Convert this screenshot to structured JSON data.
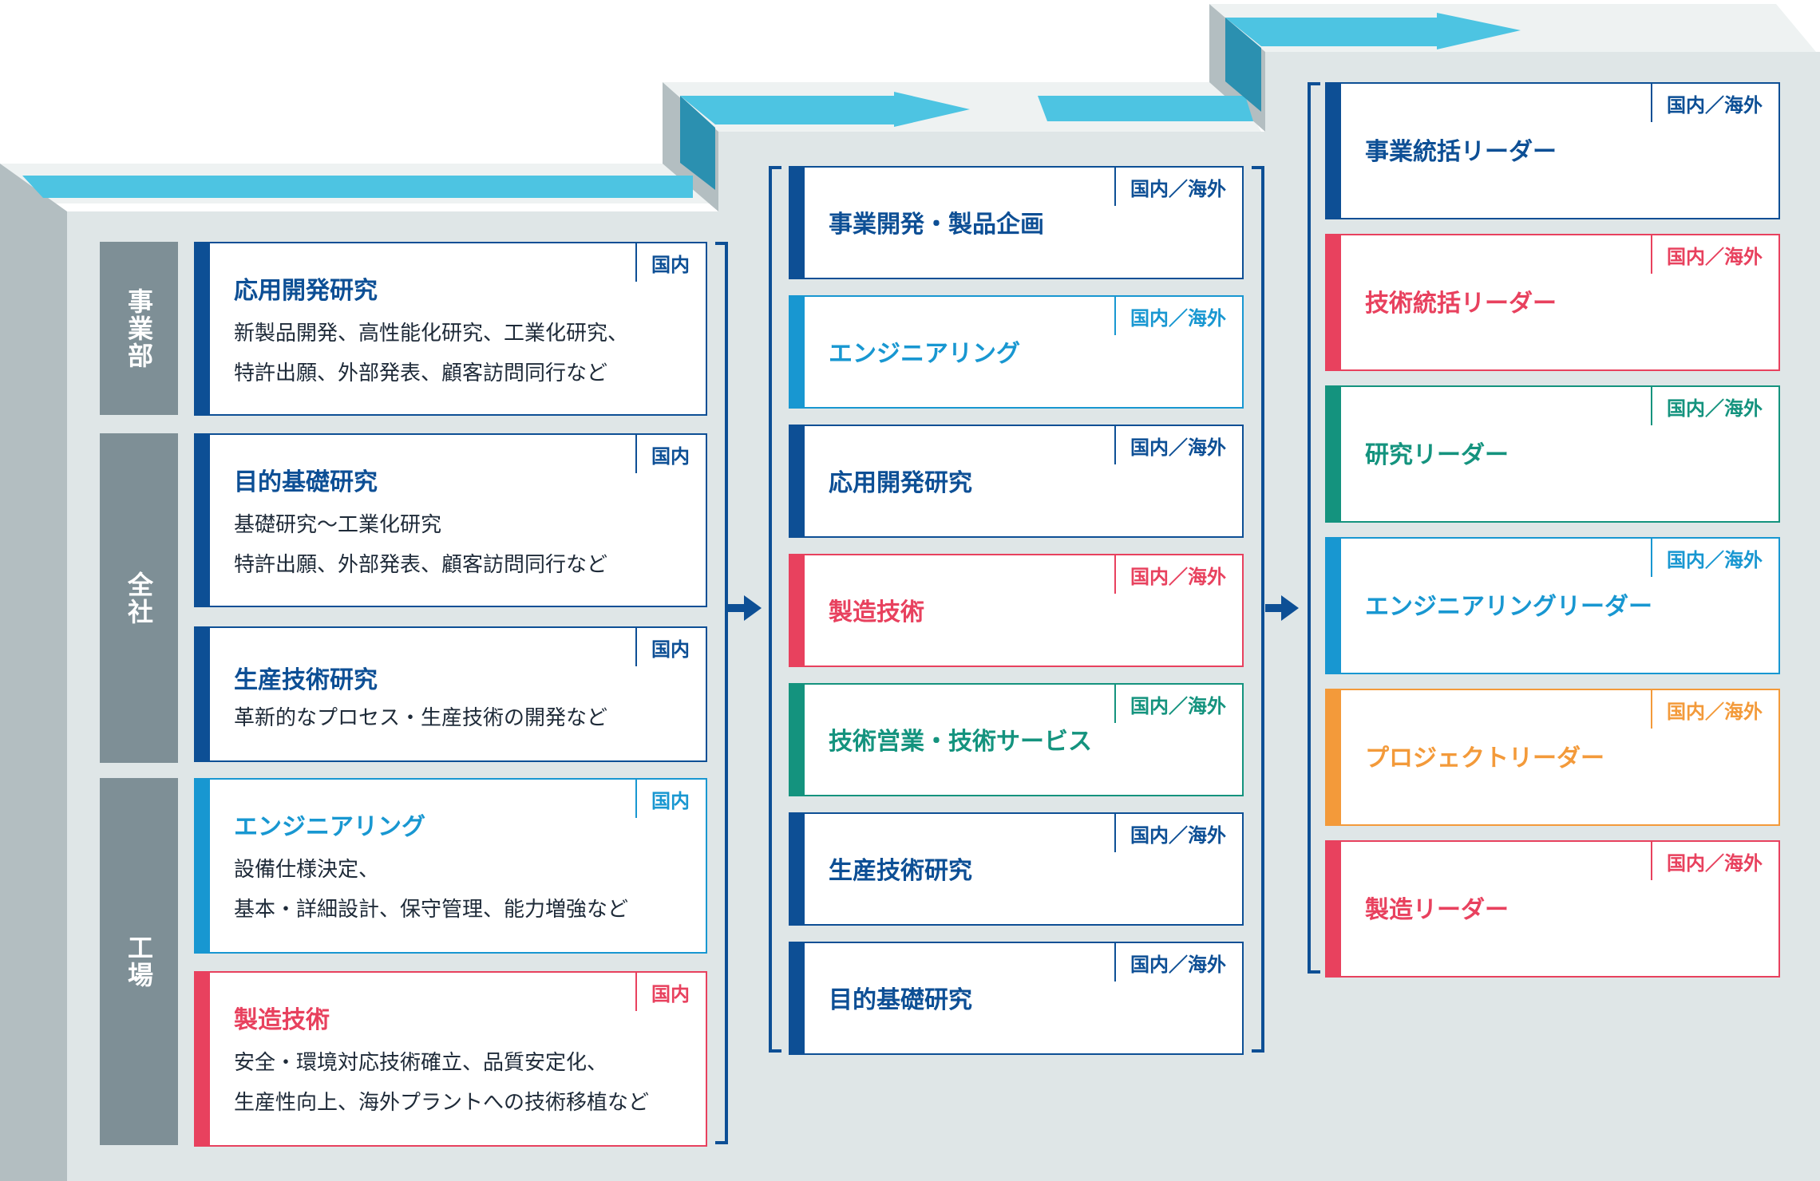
{
  "colors": {
    "navy": "#0d4f95",
    "cyan": "#1897d1",
    "red": "#e8415e",
    "teal": "#14937e",
    "orange": "#f39a3a",
    "label_gray": "#7e8f96",
    "step_face": "#dfe6e7",
    "step_top": "#eef2f2",
    "step_side": "#b3bec1",
    "band_light": "#4dc4e2",
    "band_dark": "#2b90b0",
    "bracket": "#0d4f95"
  },
  "stage1": {
    "groups": [
      {
        "label": "事業部"
      },
      {
        "label": "全社"
      },
      {
        "label": "工場"
      }
    ],
    "boxes": [
      {
        "title": "応用開発研究",
        "tag": "国内",
        "color": "navy",
        "lines": [
          "新製品開発、高性能化研究、工業化研究、",
          "特許出願、外部発表、顧客訪問同行など"
        ]
      },
      {
        "title": "目的基礎研究",
        "tag": "国内",
        "color": "navy",
        "lines": [
          "基礎研究～工業化研究",
          "特許出願、外部発表、顧客訪問同行など"
        ]
      },
      {
        "title": "生産技術研究",
        "tag": "国内",
        "color": "navy",
        "lines": [
          "革新的なプロセス・生産技術の開発など"
        ]
      },
      {
        "title": "エンジニアリング",
        "tag": "国内",
        "color": "cyan",
        "lines": [
          "設備仕様決定、",
          "基本・詳細設計、保守管理、能力増強など"
        ]
      },
      {
        "title": "製造技術",
        "tag": "国内",
        "color": "red",
        "lines": [
          "安全・環境対応技術確立、品質安定化、",
          "生産性向上、海外プラントへの技術移植など"
        ]
      }
    ]
  },
  "stage2": {
    "boxes": [
      {
        "title": "事業開発・製品企画",
        "tag": "国内／海外",
        "color": "navy"
      },
      {
        "title": "エンジニアリング",
        "tag": "国内／海外",
        "color": "cyan"
      },
      {
        "title": "応用開発研究",
        "tag": "国内／海外",
        "color": "navy"
      },
      {
        "title": "製造技術",
        "tag": "国内／海外",
        "color": "red"
      },
      {
        "title": "技術営業・技術サービス",
        "tag": "国内／海外",
        "color": "teal"
      },
      {
        "title": "生産技術研究",
        "tag": "国内／海外",
        "color": "navy"
      },
      {
        "title": "目的基礎研究",
        "tag": "国内／海外",
        "color": "navy"
      }
    ]
  },
  "stage3": {
    "boxes": [
      {
        "title": "事業統括リーダー",
        "tag": "国内／海外",
        "color": "navy"
      },
      {
        "title": "技術統括リーダー",
        "tag": "国内／海外",
        "color": "red"
      },
      {
        "title": "研究リーダー",
        "tag": "国内／海外",
        "color": "teal"
      },
      {
        "title": "エンジニアリングリーダー",
        "tag": "国内／海外",
        "color": "cyan"
      },
      {
        "title": "プロジェクトリーダー",
        "tag": "国内／海外",
        "color": "orange"
      },
      {
        "title": "製造リーダー",
        "tag": "国内／海外",
        "color": "red"
      }
    ]
  }
}
